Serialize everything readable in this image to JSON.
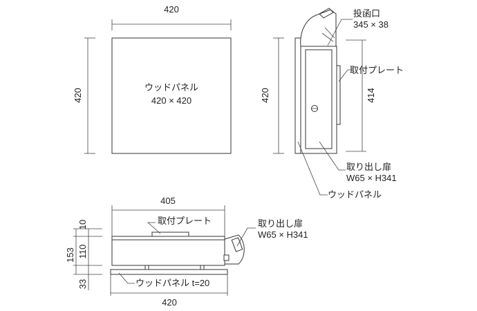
{
  "front_view": {
    "width_dim": "420",
    "height_dim": "420",
    "panel_label": "ウッドパネル",
    "panel_size": "420 × 420"
  },
  "side_view": {
    "height_dim": "420",
    "plate_height_dim": "414",
    "slot_label": "投函口",
    "slot_size": "345 × 38",
    "plate_label": "取付プレート",
    "door_label": "取り出し扉",
    "door_size": "W65 × H341",
    "panel_label": "ウッドパネル"
  },
  "top_view": {
    "body_width_dim": "405",
    "panel_width_dim": "420",
    "dim_10": "10",
    "dim_110": "110",
    "dim_153": "153",
    "dim_33": "33",
    "plate_label": "取付プレート",
    "door_label": "取り出し扉",
    "door_size": "W65 × H341",
    "panel_label": "ウッドパネル t=20"
  }
}
